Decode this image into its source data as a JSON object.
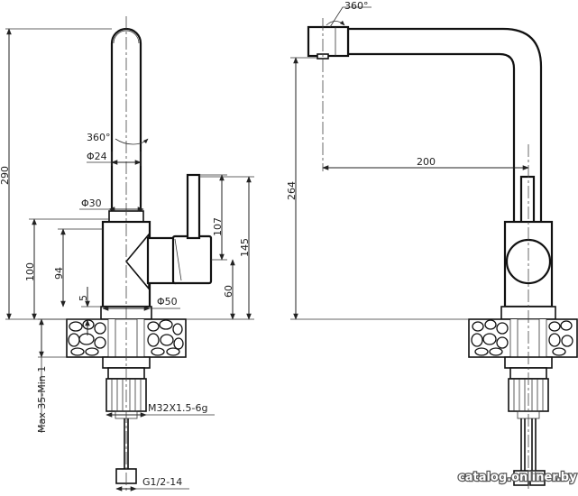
{
  "dimensions": {
    "height_total": "290",
    "rotation_top": "360°",
    "rotation_spout": "360°",
    "spout_diameter": "Φ24",
    "lever_diameter": "Φ30",
    "base_diameter": "Φ50",
    "body_height": "100",
    "lever_offset": "94",
    "base_gap": "5",
    "lever_length": "107",
    "lever_to_base": "145",
    "lever_axis_height": "60",
    "spout_height": "264",
    "spout_reach": "200",
    "countertop_thickness": "Max 35-Min 1",
    "thread": "M32X1.5-6g",
    "hose_thread": "G1/2-14"
  },
  "watermark": "catalog.onliner.by"
}
